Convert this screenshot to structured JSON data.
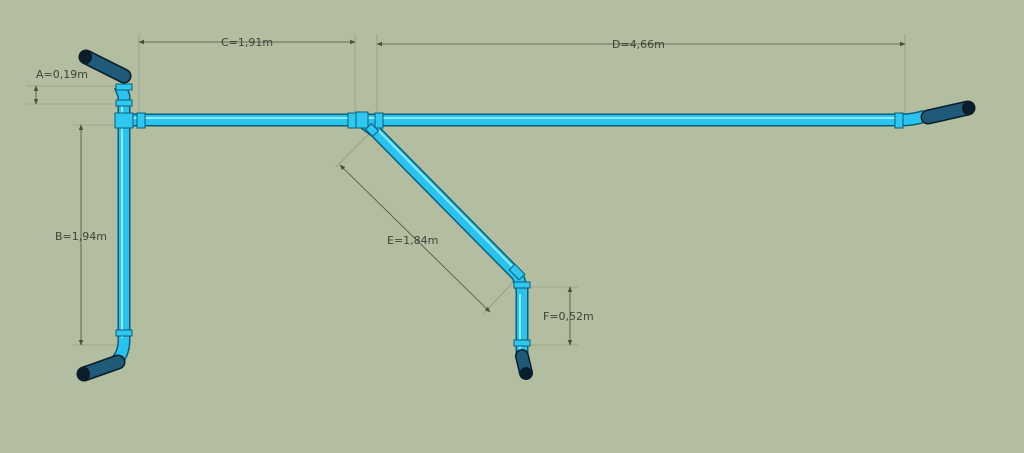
{
  "colors": {
    "background": "#b3bd9f",
    "pipe": "#29c3f0",
    "pipe_highlight": "#8ee8ff",
    "pipe_outline": "#0d5e7a",
    "end_cap": "#1f5a78",
    "end_cap_dark": "#0a1d2a",
    "dimension_line": "#4a4f42",
    "text": "#3e4438"
  },
  "dimensions": {
    "a": {
      "label": "A=0,19m",
      "value_m": 0.19
    },
    "b": {
      "label": "B=1,94m",
      "value_m": 1.94
    },
    "c": {
      "label": "C=1,91m",
      "value_m": 1.91
    },
    "d": {
      "label": "D=4,66m",
      "value_m": 4.66
    },
    "e": {
      "label": "E=1,84m",
      "value_m": 1.84
    },
    "f": {
      "label": "F=0,52m",
      "value_m": 0.52
    }
  }
}
